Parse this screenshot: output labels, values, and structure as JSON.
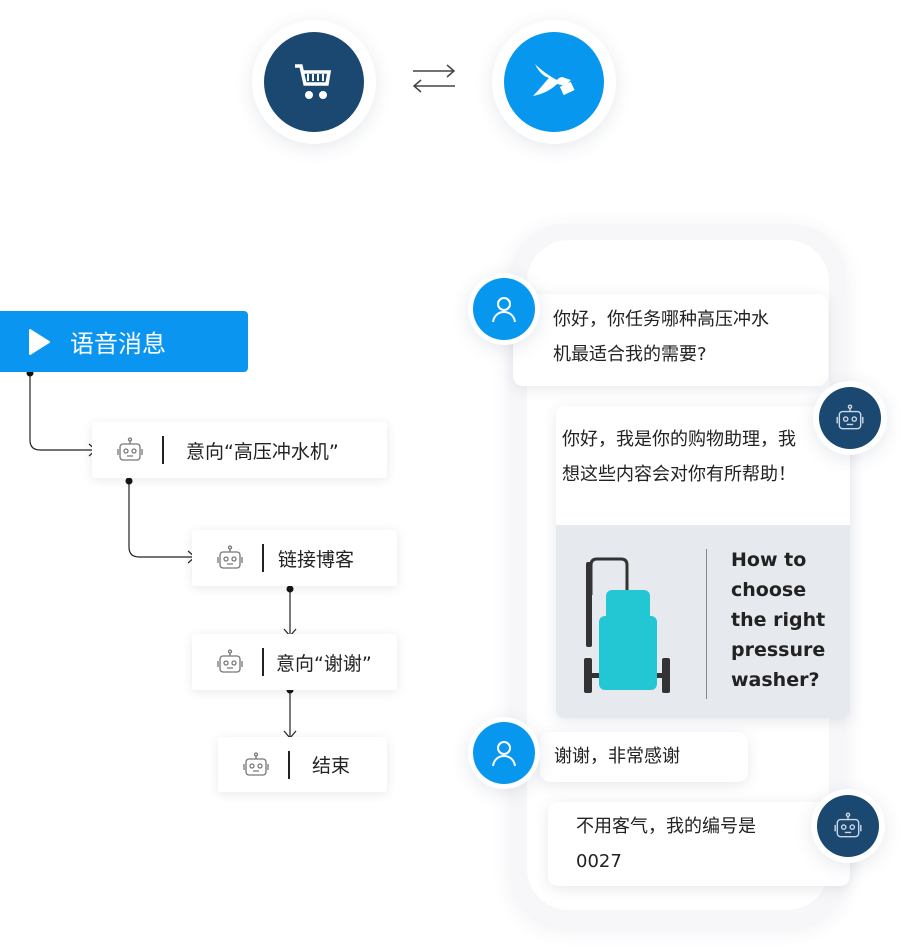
{
  "header": {
    "left_icon": "shopping-cart-icon",
    "swap_icon": "swap-arrows-icon",
    "right_icon": "dove-icon"
  },
  "colors": {
    "dark": "#1b4870",
    "blue": "#0797ee",
    "card": "#e6e9ee",
    "teal": "#22c7d3"
  },
  "flow": {
    "start_label": "语音消息",
    "nodes": [
      {
        "label": "意向“高压冲水机”"
      },
      {
        "label": "链接博客"
      },
      {
        "label": "意向“谢谢”"
      },
      {
        "label": "结束"
      }
    ]
  },
  "chat": {
    "messages": [
      {
        "from": "user",
        "lines": [
          "你好，你任务哪种高压冲水",
          "机最适合我的需要?"
        ]
      },
      {
        "from": "bot",
        "lines": [
          "你好，我是你的购物助理，我",
          "想这些内容会对你有所帮助！"
        ]
      },
      {
        "from": "user",
        "lines": [
          "谢谢，非常感谢"
        ]
      },
      {
        "from": "bot",
        "lines": [
          "不用客气，我的编号是",
          "0027"
        ]
      }
    ],
    "card": {
      "lines": [
        "How to",
        "choose",
        "the right",
        "pressure",
        "washer?"
      ]
    }
  }
}
